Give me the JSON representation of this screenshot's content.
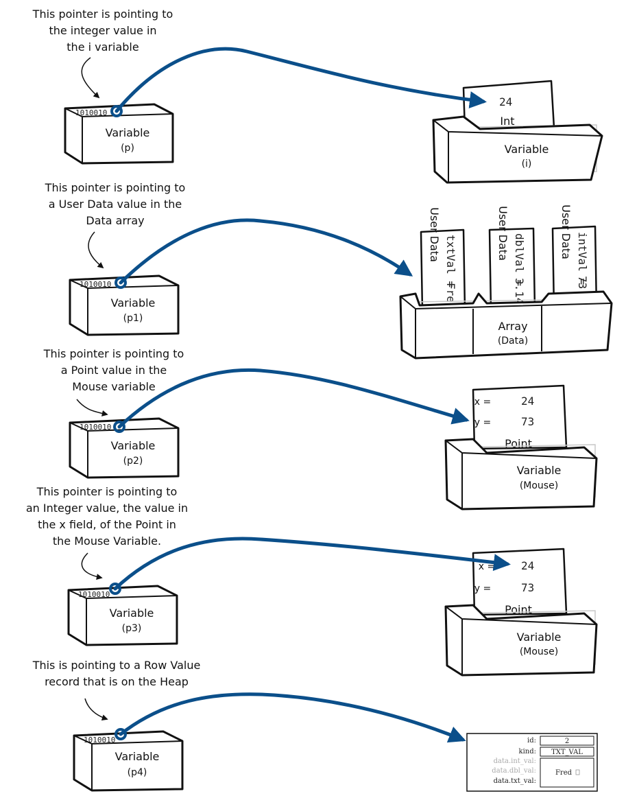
{
  "colors": {
    "pointer_arrow": "#0b4f8a",
    "outline": "#111111"
  },
  "pointers": [
    {
      "caption": [
        "This pointer is pointing to",
        "the integer value in",
        "the i variable"
      ],
      "bits": "1010010",
      "label": "Variable",
      "name": "(p)",
      "target": {
        "kind": "Int",
        "value": "24",
        "label": "Variable",
        "name": "(i)"
      }
    },
    {
      "caption": [
        "This pointer is pointing to",
        "a User Data value in the",
        "Data array"
      ],
      "bits": "1010010",
      "label": "Variable",
      "name": "(p1)",
      "target": {
        "elements": [
          {
            "field": "txtVal =",
            "value": "Fred",
            "kind": "User Data"
          },
          {
            "field": "dblVal =",
            "value": "3.14",
            "kind": "User Data"
          },
          {
            "field": "intVal =",
            "value": "73",
            "kind": "User Data"
          }
        ],
        "label": "Array",
        "name": "(Data)"
      }
    },
    {
      "caption": [
        "This pointer is pointing to",
        "a Point value in the",
        "Mouse variable"
      ],
      "bits": "1010010",
      "label": "Variable",
      "name": "(p2)",
      "target": {
        "kind": "Point",
        "x_label": "x =",
        "x": "24",
        "y_label": "y =",
        "y": "73",
        "label": "Variable",
        "name": "(Mouse)"
      }
    },
    {
      "caption": [
        "This pointer is pointing to",
        "an Integer value, the value in",
        "the x field, of the Point in",
        "the Mouse Variable."
      ],
      "bits": "1010010",
      "label": "Variable",
      "name": "(p3)",
      "target": {
        "kind": "Point",
        "x_label": "x =",
        "x": "24",
        "y_label": "y =",
        "y": "73",
        "label": "Variable",
        "name": "(Mouse)"
      }
    },
    {
      "caption": [
        "This is pointing to a Row Value",
        "record that is on the Heap"
      ],
      "bits": "1010010",
      "label": "Variable",
      "name": "(p4)",
      "target": {
        "rows": [
          {
            "key": "id:",
            "value": "2"
          },
          {
            "key": "kind:",
            "value": "TXT_VAL"
          },
          {
            "key": "data.int_val:",
            "value": ""
          },
          {
            "key": "data.dbl_val:",
            "value": "Fred"
          },
          {
            "key": "data.txt_val:",
            "value": ""
          }
        ]
      }
    }
  ]
}
